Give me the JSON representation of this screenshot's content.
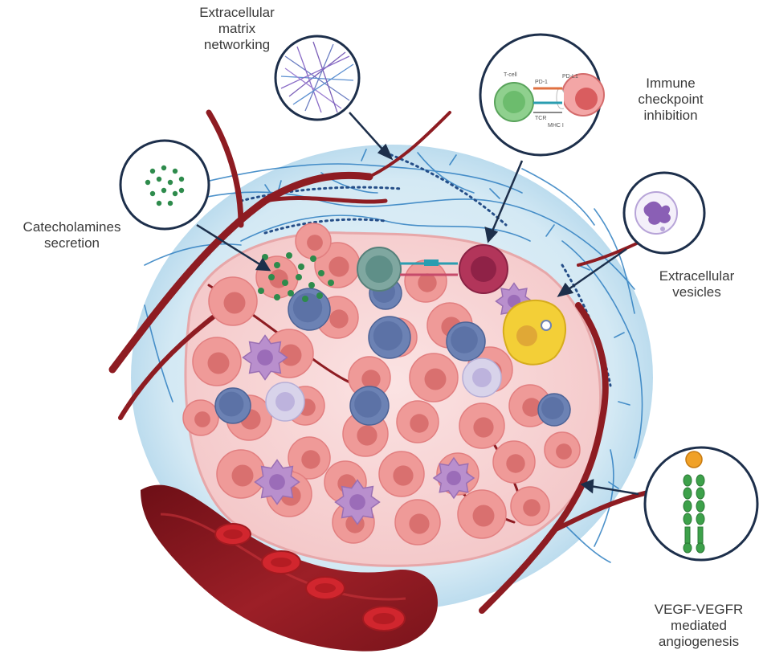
{
  "labels": {
    "ecm": [
      "Extracellular",
      "matrix",
      "networking"
    ],
    "ici": [
      "Immune",
      "checkpoint",
      "inhibition"
    ],
    "catecholamines": [
      "Catecholamines",
      "secretion"
    ],
    "ev": [
      "Extracellular",
      "vesicles"
    ],
    "vegf": [
      "VEGF-VEGFR",
      "mediated",
      "angiogenesis"
    ]
  },
  "inset_ici_text": {
    "tcell": "T-cell",
    "pd1": "PD-1",
    "pdl1": "PD-L1",
    "tcr": "TCR",
    "mhc": "MHC I"
  },
  "colors": {
    "tumor_cell": "#ef9a98",
    "tumor_nucleus": "#d9706f",
    "lymphocyte": "#6c82b4",
    "macrophage": "#b98fcd",
    "vessel": "#8e1c22",
    "ecm_fiber": "#2f7fc1",
    "outer_halo": "#cfe6f2",
    "catecholamine": "#2e8b4c",
    "inset_border": "#1d2f4b"
  }
}
